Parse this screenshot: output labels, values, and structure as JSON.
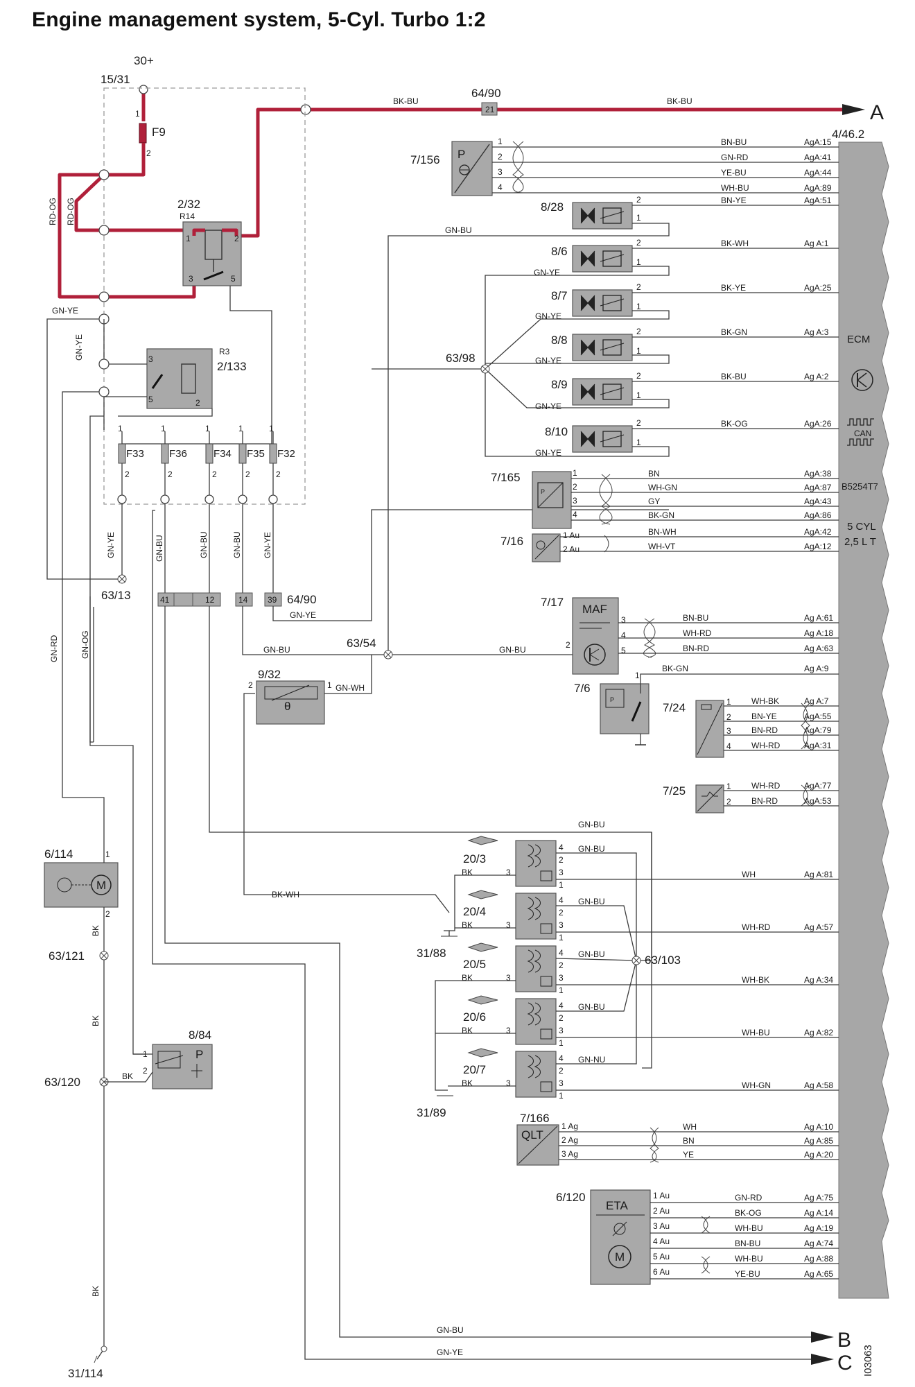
{
  "title": "Engine management system, 5-Cyl. Turbo 1:2",
  "doc_id": "I03063",
  "supply": {
    "main": "30+",
    "relay_box": "15/31",
    "fuse_main": "F9"
  },
  "terminals": {
    "A": "A",
    "B": "B",
    "C": "C"
  },
  "relays": {
    "main": {
      "id": "2/32",
      "sub": "R14",
      "pins": [
        "1",
        "2",
        "3",
        "5"
      ]
    },
    "aux": {
      "id": "2/133",
      "sub": "R3",
      "pins": [
        "3",
        "5",
        "2"
      ]
    }
  },
  "fuses": [
    {
      "name": "F33",
      "pin_top": "1",
      "pin_bottom": "2"
    },
    {
      "name": "F36",
      "pin_top": "1",
      "pin_bottom": "2"
    },
    {
      "name": "F34",
      "pin_top": "1",
      "pin_bottom": "2"
    },
    {
      "name": "F35",
      "pin_top": "1",
      "pin_bottom": "2"
    },
    {
      "name": "F32",
      "pin_top": "1",
      "pin_bottom": "2"
    }
  ],
  "connector_main": {
    "id": "64/90",
    "top_pin": "21",
    "pins": [
      "41",
      "12",
      "14",
      "39"
    ]
  },
  "ecm": {
    "id": "4/46.2",
    "labels": [
      "ECM",
      "CAN",
      "B5254T7",
      "5 CYL",
      "2,5 L T"
    ]
  },
  "components": {
    "c7_156": {
      "id": "7/156",
      "symbol": "P"
    },
    "c8_28": {
      "id": "8/28"
    },
    "c8_6": {
      "id": "8/6"
    },
    "c8_7": {
      "id": "8/7"
    },
    "c8_8": {
      "id": "8/8"
    },
    "c8_9": {
      "id": "8/9"
    },
    "c8_10": {
      "id": "8/10"
    },
    "c7_165": {
      "id": "7/165",
      "symbol": "P"
    },
    "c7_16": {
      "id": "7/16"
    },
    "c7_17": {
      "id": "7/17",
      "symbol": "MAF"
    },
    "c7_6": {
      "id": "7/6",
      "symbol": "P"
    },
    "c7_24": {
      "id": "7/24"
    },
    "c7_25": {
      "id": "7/25"
    },
    "c9_32": {
      "id": "9/32"
    },
    "c6_114": {
      "id": "6/114",
      "symbol": "M"
    },
    "c8_84": {
      "id": "8/84",
      "symbol": "P"
    },
    "c7_166": {
      "id": "7/166",
      "symbol": "QLT"
    },
    "c6_120": {
      "id": "6/120",
      "symbol": "ETA",
      "symbol2": "M"
    },
    "c20_3": {
      "id": "20/3"
    },
    "c20_4": {
      "id": "20/4"
    },
    "c20_5": {
      "id": "20/5"
    },
    "c20_6": {
      "id": "20/6"
    },
    "c20_7": {
      "id": "20/7"
    }
  },
  "splices": {
    "s63_98": "63/98",
    "s63_54": "63/54",
    "s63_13": "63/13",
    "s63_121": "63/121",
    "s63_120": "63/120",
    "s63_103": "63/103"
  },
  "grounds": {
    "g31_88": "31/88",
    "g31_89": "31/89",
    "g31_114": "31/114"
  },
  "wires": {
    "bk_bu": "BK-BU",
    "rd_og": "RD-OG",
    "gn_ye": "GN-YE",
    "gn_bu": "GN-BU",
    "gn_rd": "GN-RD",
    "gn_og": "GN-OG",
    "gn_wh": "GN-WH",
    "bk_wh": "BK-WH",
    "bk_gn": "BK-GN",
    "bk": "BK",
    "gn_nu": "GN-NU"
  },
  "ecm_rows": [
    {
      "wire": "BN-BU",
      "pin": "AgA:15"
    },
    {
      "wire": "GN-RD",
      "pin": "AgA:41"
    },
    {
      "wire": "YE-BU",
      "pin": "AgA:44"
    },
    {
      "wire": "WH-BU",
      "pin": "AgA:89"
    },
    {
      "wire": "BN-YE",
      "pin": "AgA:51"
    },
    {
      "wire": "BK-WH",
      "pin": "Ag A:1"
    },
    {
      "wire": "BK-YE",
      "pin": "AgA:25"
    },
    {
      "wire": "BK-GN",
      "pin": "Ag A:3"
    },
    {
      "wire": "BK-BU",
      "pin": "Ag A:2"
    },
    {
      "wire": "BK-OG",
      "pin": "AgA:26"
    },
    {
      "wire": "BN",
      "pin": "AgA:38"
    },
    {
      "wire": "WH-GN",
      "pin": "AgA:87"
    },
    {
      "wire": "GY",
      "pin": "AgA:43"
    },
    {
      "wire": "BK-GN",
      "pin": "AgA:86"
    },
    {
      "wire": "BN-WH",
      "pin": "AgA:42"
    },
    {
      "wire": "WH-VT",
      "pin": "AgA:12"
    },
    {
      "wire": "BN-BU",
      "pin": "Ag A:61"
    },
    {
      "wire": "WH-RD",
      "pin": "Ag A:18"
    },
    {
      "wire": "BN-RD",
      "pin": "Ag A:63"
    },
    {
      "wire": "BK-GN",
      "pin": "Ag A:9"
    },
    {
      "wire": "WH-BK",
      "pin": "Ag A:7"
    },
    {
      "wire": "BN-YE",
      "pin": "AgA:55"
    },
    {
      "wire": "BN-RD",
      "pin": "AgA:79"
    },
    {
      "wire": "WH-RD",
      "pin": "AgA:31"
    },
    {
      "wire": "WH-RD",
      "pin": "AgA:77"
    },
    {
      "wire": "BN-RD",
      "pin": "AgA:53"
    },
    {
      "wire": "WH",
      "pin": "Ag A:81"
    },
    {
      "wire": "WH-RD",
      "pin": "Ag A:57"
    },
    {
      "wire": "WH-BK",
      "pin": "Ag A:34"
    },
    {
      "wire": "WH-BU",
      "pin": "Ag A:82"
    },
    {
      "wire": "WH-GN",
      "pin": "Ag A:58"
    },
    {
      "wire": "WH",
      "pin": "Ag A:10"
    },
    {
      "wire": "BN",
      "pin": "Ag A:85"
    },
    {
      "wire": "YE",
      "pin": "Ag A:20"
    },
    {
      "wire": "GN-RD",
      "pin": "Ag A:75"
    },
    {
      "wire": "BK-OG",
      "pin": "Ag A:14"
    },
    {
      "wire": "WH-BU",
      "pin": "Ag A:19"
    },
    {
      "wire": "BN-BU",
      "pin": "Ag A:74"
    },
    {
      "wire": "WH-BU",
      "pin": "Ag A:88"
    },
    {
      "wire": "YE-BU",
      "pin": "Ag A:65"
    }
  ]
}
